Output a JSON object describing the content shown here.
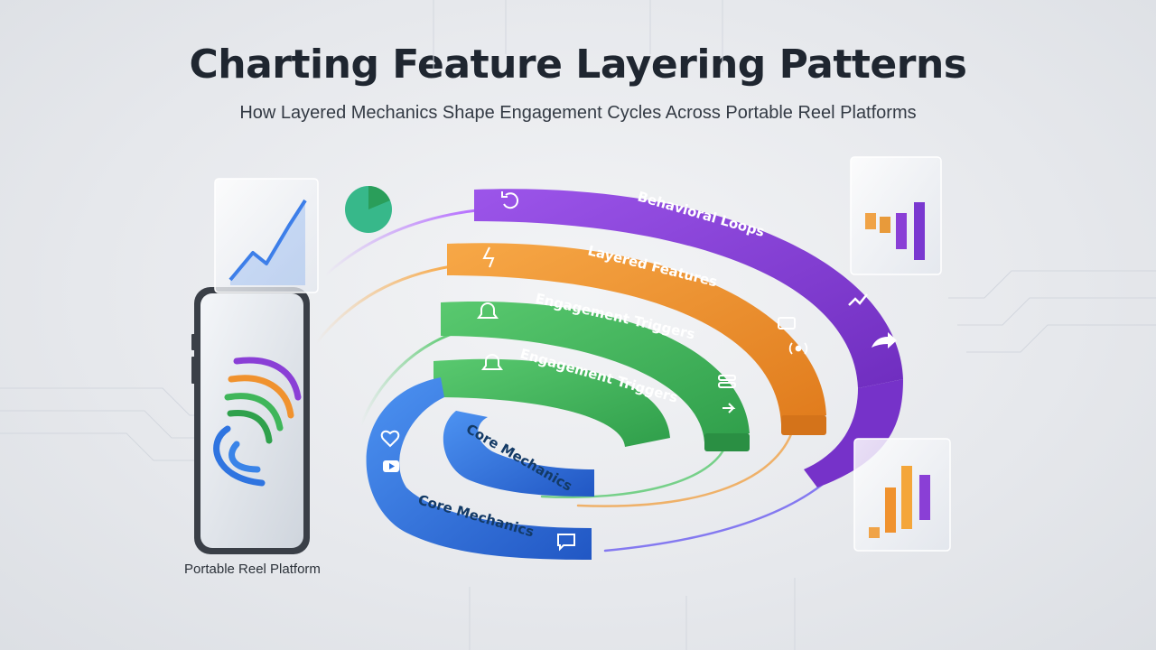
{
  "title": "Charting Feature Layering Patterns",
  "subtitle": "How Layered Mechanics Shape Engagement Cycles Across Portable Reel Platforms",
  "phone_caption": "Portable Reel Platform",
  "colors": {
    "purple": "#8a3fd6",
    "orange": "#f0922e",
    "green": "#3fb65a",
    "green_inner": "#2fa14c",
    "blue": "#2f74e0",
    "blue_inner": "#3a84e8"
  },
  "layers": [
    {
      "id": "behavioral-loops",
      "label": "Behavioral Loops",
      "color_key": "purple",
      "icons": [
        "refresh-icon",
        "trend-icon",
        "share-icon"
      ]
    },
    {
      "id": "layered-features",
      "label": "Layered Features",
      "color_key": "orange",
      "icons": [
        "lightning-icon",
        "screen-icon",
        "signal-icon"
      ]
    },
    {
      "id": "engagement-triggers-outer",
      "label": "Engagement Triggers",
      "color_key": "green",
      "icons": [
        "bell-icon",
        "stack-icon"
      ]
    },
    {
      "id": "engagement-triggers-inner",
      "label": "Engagement Triggers",
      "color_key": "green_inner",
      "icons": [
        "bell-icon",
        "share-icon"
      ]
    },
    {
      "id": "core-mechanics-outer",
      "label": "Core Mechanics",
      "color_key": "blue",
      "icons": [
        "heart-icon",
        "play-icon",
        "comment-icon"
      ]
    },
    {
      "id": "core-mechanics-inner",
      "label": "Core Mechanics",
      "color_key": "blue_inner",
      "icons": []
    }
  ]
}
